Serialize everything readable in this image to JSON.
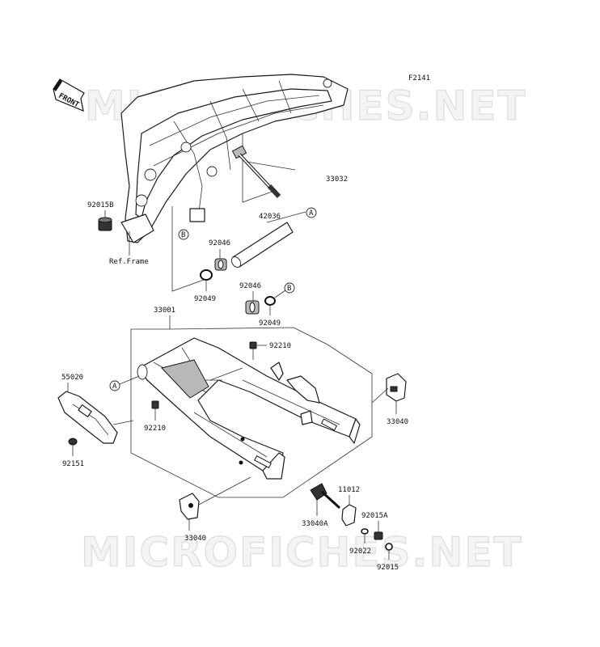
{
  "diagram": {
    "code": "F2141",
    "watermark": "MICROFICHES.NET",
    "front_label": "FRONT",
    "ref_label": "Ref.Frame",
    "markers": [
      "A",
      "B"
    ],
    "parts": [
      {
        "number": "33032"
      },
      {
        "number": "92015B"
      },
      {
        "number": "42036"
      },
      {
        "number": "92046"
      },
      {
        "number": "92049"
      },
      {
        "number": "33001"
      },
      {
        "number": "92210"
      },
      {
        "number": "55020"
      },
      {
        "number": "33040"
      },
      {
        "number": "92151"
      },
      {
        "number": "11012"
      },
      {
        "number": "33040A"
      },
      {
        "number": "92015A"
      },
      {
        "number": "92022"
      },
      {
        "number": "92015"
      }
    ]
  }
}
